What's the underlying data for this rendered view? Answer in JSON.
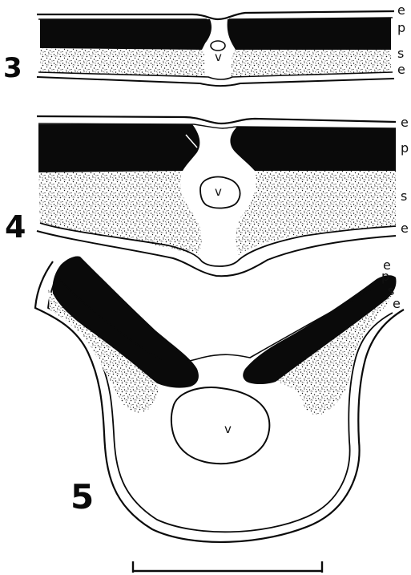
{
  "figure_numbers": {
    "f3": "3",
    "f4": "4",
    "f5": "5"
  },
  "layer_labels": {
    "e": "e",
    "p": "p",
    "s": "s"
  },
  "vessel_label": "v",
  "colors": {
    "background": "#ffffff",
    "ink": "#0a0a0a",
    "stipple": "#151515"
  }
}
